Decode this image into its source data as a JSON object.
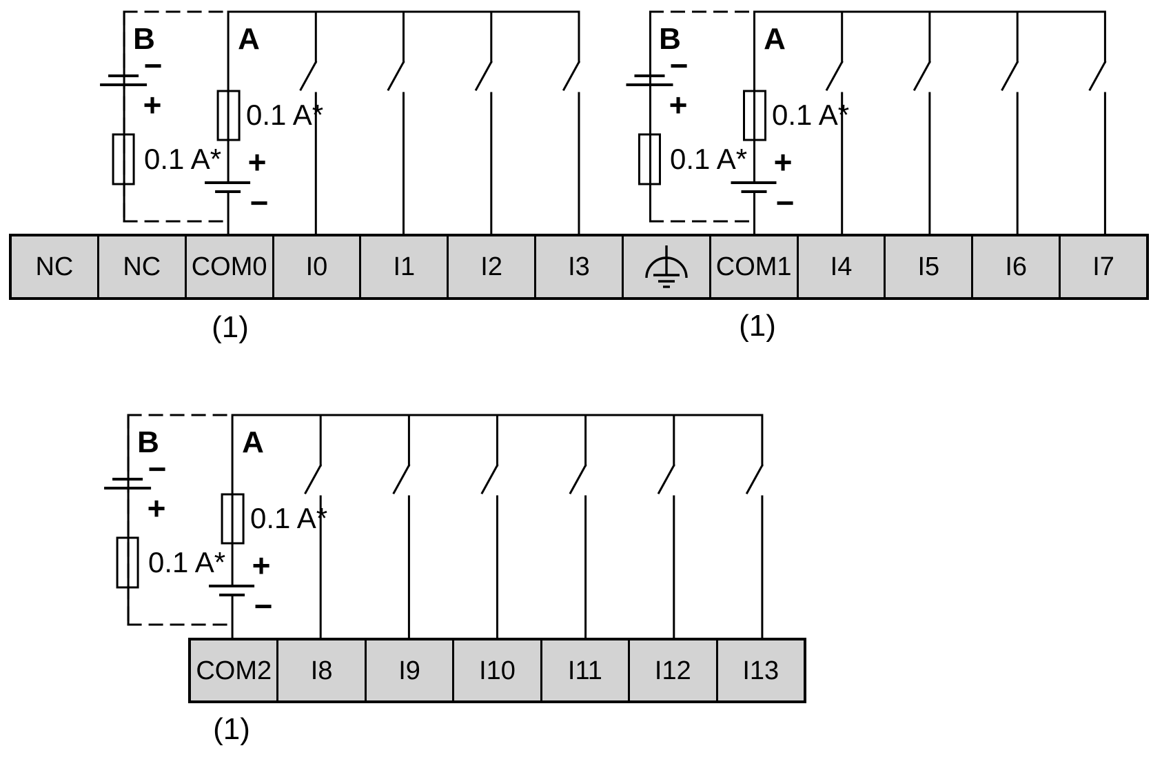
{
  "page": {
    "background_color": "#ffffff",
    "line_color": "#000000",
    "terminal_fill_color": "#d3d3d3"
  },
  "labels": {
    "circuit_a": "A",
    "circuit_b": "B",
    "plus": "+",
    "minus": "−",
    "fuse_rating": "0.1 A*",
    "note_ref": "(1)"
  },
  "terminal_blocks": {
    "top_row": {
      "cells": [
        {
          "label": "NC"
        },
        {
          "label": "NC"
        },
        {
          "label": "COM0"
        },
        {
          "label": "I0"
        },
        {
          "label": "I1"
        },
        {
          "label": "I2"
        },
        {
          "label": "I3"
        },
        {
          "label": "",
          "icon": "functional-earth"
        },
        {
          "label": "COM1"
        },
        {
          "label": "I4"
        },
        {
          "label": "I5"
        },
        {
          "label": "I6"
        },
        {
          "label": "I7"
        }
      ],
      "note": "(1)"
    },
    "bottom_row": {
      "cells": [
        {
          "label": "COM2"
        },
        {
          "label": "I8"
        },
        {
          "label": "I9"
        },
        {
          "label": "I10"
        },
        {
          "label": "I11"
        },
        {
          "label": "I12"
        },
        {
          "label": "I13"
        }
      ],
      "note": "(1)"
    }
  },
  "input_groups": [
    {
      "common": "COM0",
      "inputs": [
        "I0",
        "I1",
        "I2",
        "I3"
      ],
      "source_a_fuse": "0.1 A*",
      "source_b_fuse": "0.1 A*",
      "note": "(1)"
    },
    {
      "common": "COM1",
      "inputs": [
        "I4",
        "I5",
        "I6",
        "I7"
      ],
      "source_a_fuse": "0.1 A*",
      "source_b_fuse": "0.1 A*",
      "note": "(1)"
    },
    {
      "common": "COM2",
      "inputs": [
        "I8",
        "I9",
        "I10",
        "I11",
        "I12",
        "I13"
      ],
      "source_a_fuse": "0.1 A*",
      "source_b_fuse": "0.1 A*",
      "note": "(1)"
    }
  ]
}
